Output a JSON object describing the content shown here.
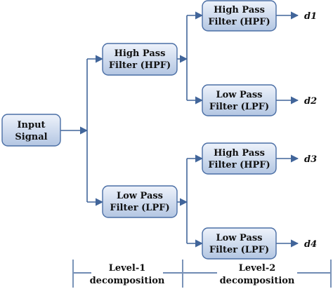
{
  "colors": {
    "box_fill_top": "#eef3fb",
    "box_fill_bottom": "#b3c6e2",
    "box_stroke": "#4a6ea5",
    "edge": "#41659a",
    "text": "#111111"
  },
  "nodes": {
    "input": {
      "line1": "Input",
      "line2": "Signal"
    },
    "l1_hpf": {
      "line1": "High Pass",
      "line2": "Filter (HPF)"
    },
    "l1_lpf": {
      "line1": "Low Pass",
      "line2": "Filter (LPF)"
    },
    "l2_hpf_a": {
      "line1": "High Pass",
      "line2": "Filter (HPF)"
    },
    "l2_lpf_a": {
      "line1": "Low Pass",
      "line2": "Filter (LPF)"
    },
    "l2_hpf_b": {
      "line1": "High Pass",
      "line2": "Filter (HPF)"
    },
    "l2_lpf_b": {
      "line1": "Low Pass",
      "line2": "Filter (LPF)"
    }
  },
  "outputs": {
    "d1": "d1",
    "d2": "d2",
    "d3": "d3",
    "d4": "d4"
  },
  "levels": {
    "level1": {
      "line1": "Level-1",
      "line2": "decomposition"
    },
    "level2": {
      "line1": "Level-2",
      "line2": "decomposition"
    }
  }
}
